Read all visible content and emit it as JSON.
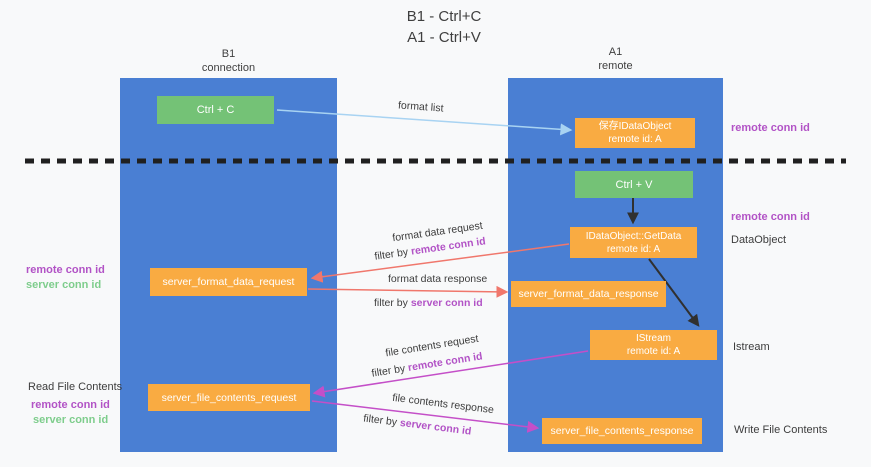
{
  "title": {
    "line1": "B1 - Ctrl+C",
    "line2": "A1 - Ctrl+V"
  },
  "lanes": {
    "left": {
      "name": "B1",
      "subtitle": "connection"
    },
    "right": {
      "name": "A1",
      "subtitle": "remote"
    }
  },
  "boxes": {
    "ctrl_c": {
      "label": "Ctrl + C"
    },
    "ctrl_v": {
      "label": "Ctrl + V"
    },
    "save_dataobject": {
      "line1": "保存IDataObject",
      "line2": "remote id: A"
    },
    "getdata": {
      "line1": "IDataObject::GetData",
      "line2": "remote id: A"
    },
    "istream": {
      "line1": "IStream",
      "line2": "remote id: A"
    },
    "server_format_data_request": {
      "label": "server_format_data_request"
    },
    "server_format_data_response": {
      "label": "server_format_data_response"
    },
    "server_file_contents_request": {
      "label": "server_file_contents_request"
    },
    "server_file_contents_response": {
      "label": "server_file_contents_response"
    }
  },
  "annotations": {
    "right_top_remote_conn_id": "remote conn id",
    "right_mid_remote_conn_id": "remote conn id",
    "right_dataobject": "DataObject",
    "right_istream": "Istream",
    "right_write_file_contents": "Write File Contents",
    "left_remote_conn_id_top": "remote conn id",
    "left_server_conn_id_top": "server conn id",
    "left_read_file_contents": "Read File Contents",
    "left_remote_conn_id_bottom": "remote conn id",
    "left_server_conn_id_bottom": "server conn id"
  },
  "arrows": {
    "format_list": {
      "label": "format list"
    },
    "format_data_request": {
      "label": "format data request",
      "filter_prefix": "filter by",
      "filter_key": "remote conn id"
    },
    "format_data_response": {
      "label": "format data response",
      "filter_prefix": "filter by",
      "filter_key": "server conn id"
    },
    "file_contents_request": {
      "label": "file contents request",
      "filter_prefix": "filter by",
      "filter_key": "remote conn id"
    },
    "file_contents_response": {
      "label": "file contents response",
      "filter_prefix": "filter by",
      "filter_key": "server conn id"
    }
  },
  "colors": {
    "lane_fill": "#4a7fd3",
    "box_orange": "#f9ab42",
    "box_green": "#74c276",
    "label_purple": "#b253c6",
    "label_green": "#7ecd8c",
    "arrow_light_blue": "#a8d3f2",
    "arrow_salmon": "#f0776c",
    "arrow_magenta": "#c44fc8",
    "arrow_black": "#303030",
    "text_dark": "#3d3d3d",
    "background": "#f8f9fa"
  }
}
